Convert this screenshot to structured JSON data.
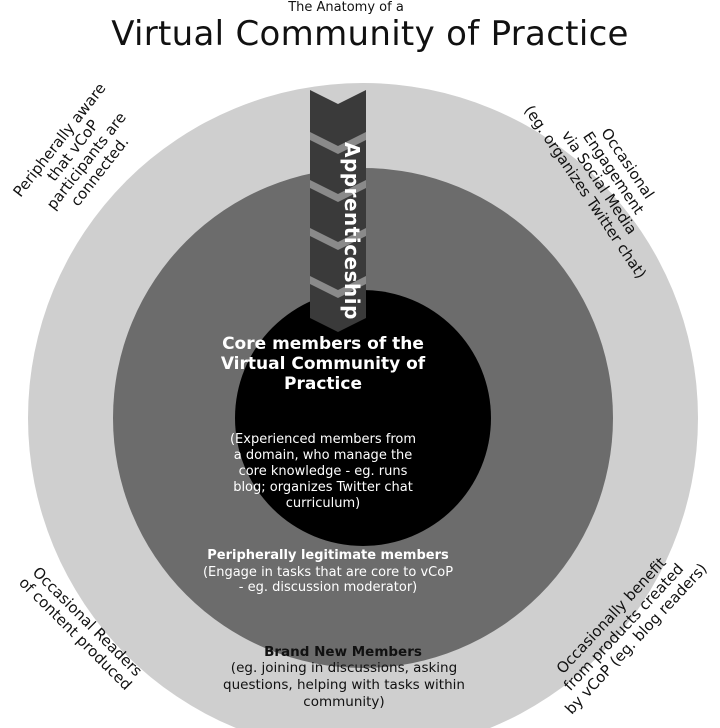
{
  "header": {
    "supertitle": "The Anatomy of a",
    "title": "Virtual Community of Practice"
  },
  "arrow": {
    "label": "Apprenticeship"
  },
  "core": {
    "title": "Core members of the Virtual Community of Practice",
    "description": "(Experienced members from a domain, who manage the core knowledge - eg. runs blog; organizes Twitter chat curriculum)"
  },
  "peripheral": {
    "title": "Peripherally legitimate members",
    "description": "(Engage in tasks that are core to vCoP - eg. discussion moderator)"
  },
  "brand_new": {
    "title": "Brand New Members",
    "description": "(eg. joining in discussions, asking questions, helping with tasks within community)"
  },
  "outer_notes": {
    "top_left": "Peripherally aware\nthat vCoP\nparticipants are\nconnected.",
    "top_right": "Occasional\nEngagement\nvia Social Media\n(eg. organizes Twitter chat)",
    "bottom_left": "Occasional Readers\nof content produced",
    "bottom_right": "Occasionally benefit\nfrom products created\nby vCoP (eg. blog readers)"
  },
  "colors": {
    "outer_ring": "#cfcfcf",
    "middle_ring": "#6c6c6c",
    "core": "#000000",
    "arrow_dark": "#3a3a3a",
    "arrow_light": "#8a8a8a"
  }
}
